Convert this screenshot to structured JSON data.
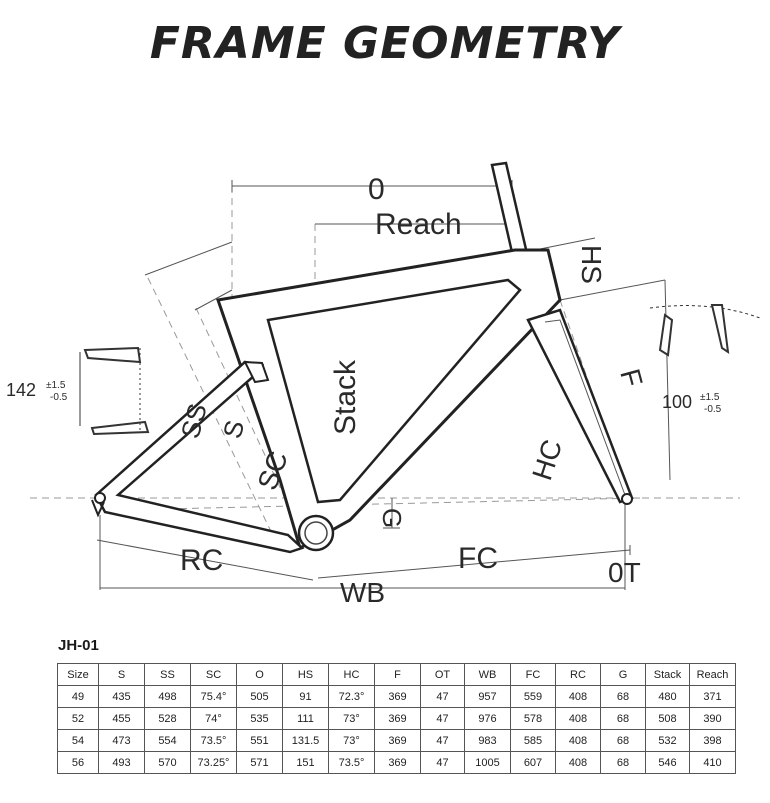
{
  "title": "FRAME GEOMETRY",
  "labels": {
    "O": "0",
    "Reach": "Reach",
    "HS": "HS",
    "Stack": "Stack",
    "SS": "SS",
    "S": "S",
    "SC": "SC",
    "F": "F",
    "HC": "HC",
    "G": "G",
    "RC": "RC",
    "FC": "FC",
    "WB": "WB",
    "OT": "0T"
  },
  "rear_spacing": {
    "value": "142",
    "tol_plus": "±1.5",
    "tol_minus": "-0.5"
  },
  "front_spacing": {
    "value": "100",
    "tol_plus": "±1.5",
    "tol_minus": "-0.5"
  },
  "model": "JH-01",
  "table": {
    "headers": [
      "Size",
      "S",
      "SS",
      "SC",
      "O",
      "HS",
      "HC",
      "F",
      "OT",
      "WB",
      "FC",
      "RC",
      "G",
      "Stack",
      "Reach"
    ],
    "rows": [
      [
        "49",
        "435",
        "498",
        "75.4°",
        "505",
        "91",
        "72.3°",
        "369",
        "47",
        "957",
        "559",
        "408",
        "68",
        "480",
        "371"
      ],
      [
        "52",
        "455",
        "528",
        "74°",
        "535",
        "111",
        "73°",
        "369",
        "47",
        "976",
        "578",
        "408",
        "68",
        "508",
        "390"
      ],
      [
        "54",
        "473",
        "554",
        "73.5°",
        "551",
        "131.5",
        "73°",
        "369",
        "47",
        "983",
        "585",
        "408",
        "68",
        "532",
        "398"
      ],
      [
        "56",
        "493",
        "570",
        "73.25°",
        "571",
        "151",
        "73.5°",
        "369",
        "47",
        "1005",
        "607",
        "408",
        "68",
        "546",
        "410"
      ]
    ]
  }
}
